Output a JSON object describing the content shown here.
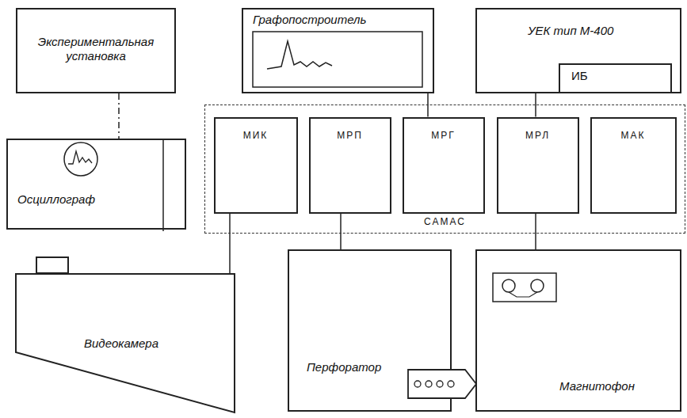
{
  "diagram": {
    "nodes": [
      {
        "text": [
          "Экспериментальная установка"
        ]
      },
      {
        "text": [
          "Графопостроитель"
        ]
      },
      {
        "text": [
          "УЕК тип М-400"
        ]
      },
      {
        "text": [
          "ИБ"
        ],
        "in": 2
      },
      {
        "text": [
          "Осциллограф"
        ]
      },
      {
        "text": [
          "САМАС"
        ]
      },
      {
        "text": [
          "МИК"
        ],
        "in": 5
      },
      {
        "text": [
          "МРП"
        ],
        "in": 5
      },
      {
        "text": [
          "МРГ"
        ],
        "in": 5
      },
      {
        "text": [
          "МРЛ"
        ],
        "in": 5
      },
      {
        "text": [
          "МАК"
        ],
        "in": 5
      },
      {
        "text": [
          "Видеокамера"
        ]
      },
      {
        "text": [
          "Перфоратор"
        ]
      },
      {
        "text": [
          "Магнитофон"
        ]
      }
    ],
    "edges": [
      {
        "from": 0,
        "to": 4,
        "arrow": "none"
      },
      {
        "from": 1,
        "to": 8,
        "arrow": "none"
      },
      {
        "from": 3,
        "to": 9,
        "arrow": "none"
      },
      {
        "from": 6,
        "to": 11,
        "arrow": "none"
      },
      {
        "from": 7,
        "to": 12,
        "arrow": "none"
      },
      {
        "from": 9,
        "to": 13,
        "arrow": "none"
      }
    ]
  }
}
